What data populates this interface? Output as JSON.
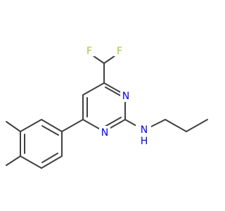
{
  "molecule": {
    "atoms": [
      {
        "id": "F1",
        "label": "F",
        "color": "#9acd32"
      },
      {
        "id": "F2",
        "label": "F",
        "color": "#9acd32"
      },
      {
        "id": "N_top",
        "label": "N",
        "color": "#0000ff"
      },
      {
        "id": "N_mid",
        "label": "N",
        "color": "#0000ff"
      },
      {
        "id": "NH",
        "label": "N",
        "color": "#0000ff"
      },
      {
        "id": "NH_H",
        "label": "H",
        "color": "#0000ff"
      }
    ],
    "bond_color": "#404040"
  }
}
